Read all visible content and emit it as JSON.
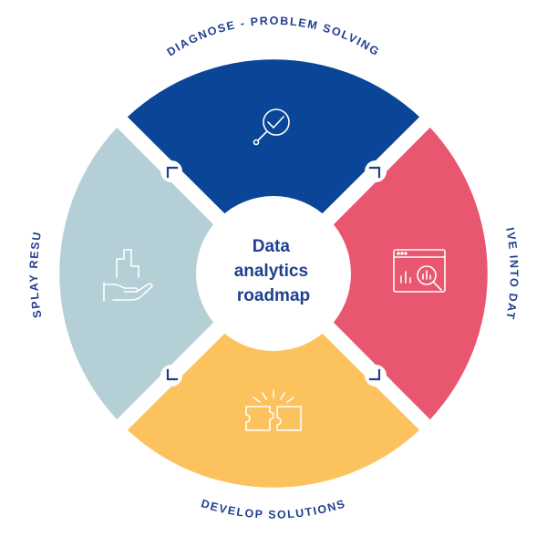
{
  "center": {
    "line1": "Data",
    "line2": "analytics",
    "line3": "roadmap"
  },
  "segments": [
    {
      "key": "top",
      "label": "DIAGNOSE - PROBLEM SOLVING",
      "color": "#0a4597",
      "icon": "magnifier-check-icon"
    },
    {
      "key": "right",
      "label": "DIVE INTO DATA",
      "color": "#e9566f",
      "icon": "browser-analytics-icon"
    },
    {
      "key": "bottom",
      "label": "DEVELOP SOLUTIONS",
      "color": "#fcc25e",
      "icon": "puzzle-pieces-icon"
    },
    {
      "key": "left",
      "label": "DISPLAY RESULT",
      "color": "#b4d0d6",
      "icon": "hand-chart-icon"
    }
  ],
  "colors": {
    "text": "#1f3f8f",
    "background": "#ffffff"
  }
}
